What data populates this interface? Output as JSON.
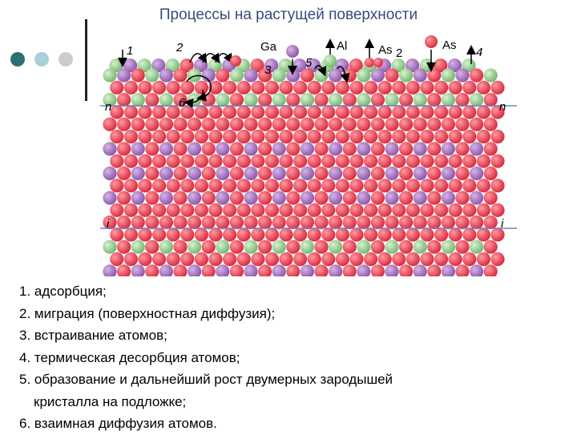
{
  "slide": {
    "title": "Процессы на растущей поверхности"
  },
  "figure": {
    "species": {
      "ga": "Ga",
      "al": "Al",
      "as2": "As",
      "as2_subscript": "2",
      "as": "As"
    },
    "process_numbers": [
      "1",
      "2",
      "3",
      "4",
      "5",
      "6"
    ],
    "layer_labels": {
      "n": "n",
      "i": "i"
    },
    "colors": {
      "red": "#e0404f",
      "purple": "#9a63b3",
      "green": "#8fc98a",
      "line": "#6a86c0"
    }
  },
  "processes": [
    "1. адсорбция;",
    "2. миграция (поверхностная диффузия);",
    "3. встраивание атомов;",
    "4. термическая десорбция атомов;",
    "5. образование и дальнейший рост двумерных зародышей",
    "кристалла на подложке;",
    "6. взаимная диффузия атомов."
  ],
  "decor": {
    "bullet_icons": [
      "circle-dark-teal",
      "circle-light-teal",
      "circle-gray"
    ]
  }
}
